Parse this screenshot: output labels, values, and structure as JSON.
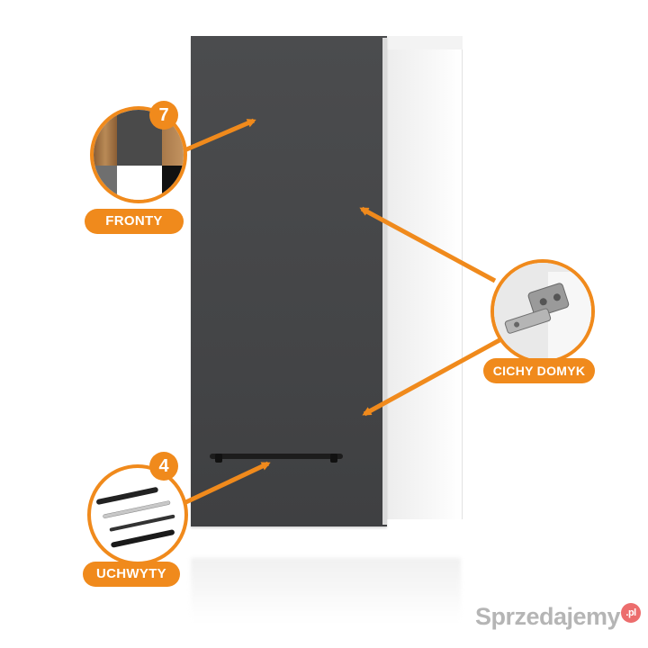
{
  "product": {
    "description": "Wall cabinet with graphite front and black bar handle",
    "front_color": "#444547",
    "body_color": "#ffffff",
    "accent_color": "#f08a1c"
  },
  "callouts": {
    "fronty": {
      "badge": "7",
      "label": "FRONTY",
      "swatches": [
        "#a57a4a",
        "#4a4a4a",
        "#8a8a8a",
        "#ffffff",
        "#111111",
        "#b08456"
      ]
    },
    "handles": {
      "badge": "4",
      "label": "UCHWYTY",
      "icon": "handle-variants-icon"
    },
    "hinge": {
      "label": "CICHY DOMYK",
      "icon": "soft-close-hinge-icon"
    }
  },
  "watermark": {
    "text": "Sprzedajemy",
    "suffix": ".pl"
  }
}
